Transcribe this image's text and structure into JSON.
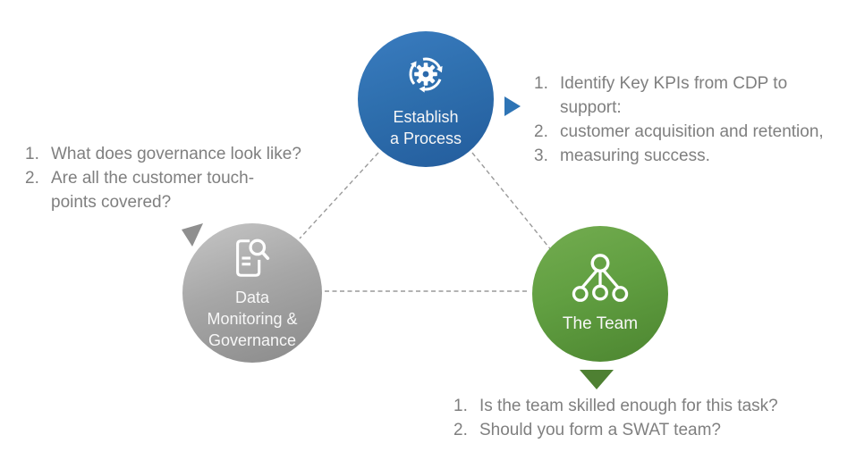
{
  "diagram": {
    "title": "CDP governance triangle diagram",
    "nodes": {
      "process": {
        "icon": "gear-cycle-icon",
        "label_lines": [
          "Establish",
          "a Process"
        ],
        "color_top": "#3a7cc0",
        "color_bottom": "#235c9c",
        "text_color": "#f7f7f7"
      },
      "governance": {
        "icon": "document-search-icon",
        "label_lines": [
          "Data",
          "Monitoring &",
          "Governance"
        ],
        "color_top": "#c6c6c6",
        "color_bottom": "#8a8a8a",
        "text_color": "#f7f7f7"
      },
      "team": {
        "icon": "org-chart-icon",
        "label_lines": [
          "The Team"
        ],
        "color_top": "#73ac50",
        "color_bottom": "#4c8530",
        "text_color": "#f7f7f7"
      }
    },
    "pointers": {
      "process": {
        "icon": "right-triangle-arrow-icon",
        "direction": "right",
        "color": "#2e74b5"
      },
      "governance": {
        "icon": "down-right-triangle-arrow-icon",
        "direction": "down-right",
        "color": "#8f8f8f"
      },
      "team": {
        "icon": "down-triangle-arrow-icon",
        "direction": "down",
        "color": "#4e8032"
      }
    },
    "connectors": {
      "style": "dashed",
      "color": "#9a9a9a",
      "lines": [
        "process-governance",
        "process-team",
        "governance-team"
      ]
    },
    "callouts": {
      "kpi": {
        "items": [
          {
            "num": "1.",
            "lines": [
              "Identify Key KPIs from CDP to",
              "support:"
            ]
          },
          {
            "num": "2.",
            "lines": [
              "customer acquisition and retention,"
            ]
          },
          {
            "num": "3.",
            "lines": [
              "measuring success."
            ]
          }
        ]
      },
      "governance": {
        "items": [
          {
            "num": "1.",
            "lines": [
              "What does governance look like?"
            ]
          },
          {
            "num": "2.",
            "lines": [
              "Are all the customer touch-",
              "points covered?"
            ]
          }
        ]
      },
      "team": {
        "items": [
          {
            "num": "1.",
            "lines": [
              "Is the team skilled enough for this task?"
            ]
          },
          {
            "num": "2.",
            "lines": [
              "Should you form a SWAT team?"
            ]
          }
        ]
      }
    },
    "text_color": "#7f7f7f",
    "background": "#ffffff"
  }
}
